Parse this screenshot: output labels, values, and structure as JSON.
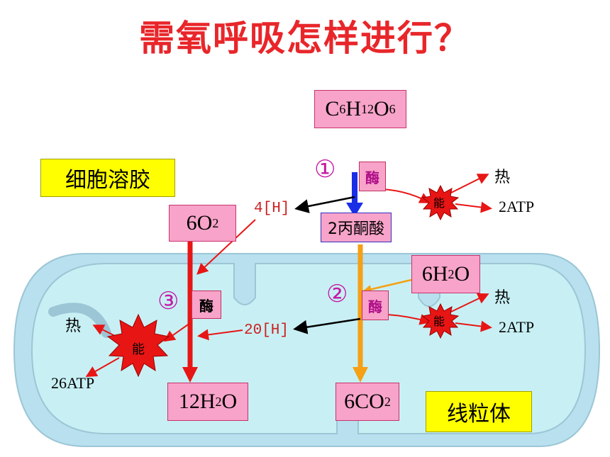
{
  "title": "需氧呼吸怎样进行？",
  "glucose": {
    "formula": "C",
    "s1": "6",
    "m1": "H",
    "s2": "12",
    "m2": "O",
    "s3": "6"
  },
  "cytosol_label": "细胞溶胶",
  "mito_label": "线粒体",
  "pyruvate": "2丙酮酸",
  "oxygen": {
    "main": "6O",
    "sub": "2"
  },
  "water_in": {
    "pre": "6H",
    "sub": "2",
    "post": "O"
  },
  "water_out": {
    "pre": "12H",
    "sub": "2",
    "post": "O"
  },
  "co2": {
    "pre": "6CO",
    "sub": "2"
  },
  "enzyme": "酶",
  "energy": "能",
  "heat": "热",
  "stage_numbers": [
    "①",
    "②",
    "③"
  ],
  "h1": "4[H]",
  "h2": "20[H]",
  "atp1": "2ATP",
  "atp2": "2ATP",
  "atp3": "26ATP",
  "colors": {
    "title": "#e8262a",
    "mito_outer": "#b8e0ee",
    "mito_inner": "#c8f0f4",
    "box_pink": "#f8a3c9",
    "highlight_yellow": "#ffff00",
    "arrow_red": "#e81515",
    "arrow_orange": "#f5a015",
    "arrow_blue": "#1a2ee8"
  }
}
